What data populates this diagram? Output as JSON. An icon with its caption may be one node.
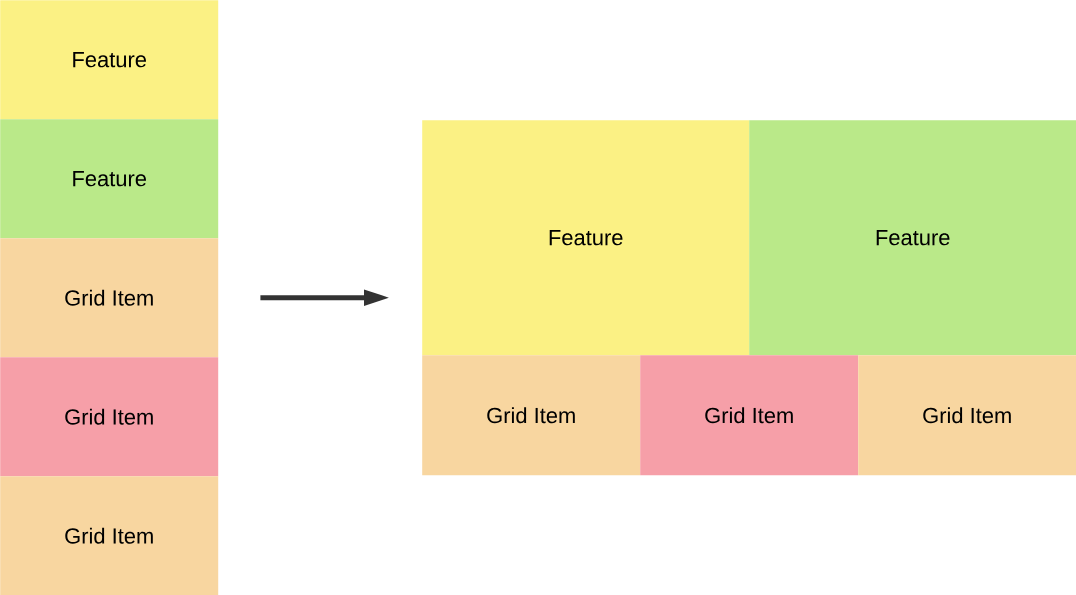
{
  "diagram": {
    "nodes": [
      {
        "text": [
          "Feature"
        ]
      },
      {
        "text": [
          "Feature"
        ]
      },
      {
        "text": [
          "Grid Item"
        ]
      },
      {
        "text": [
          "Grid Item"
        ]
      },
      {
        "text": [
          "Grid Item"
        ]
      },
      {
        "text": [
          "Feature"
        ]
      },
      {
        "text": [
          "Feature"
        ]
      },
      {
        "text": [
          "Grid Item"
        ]
      },
      {
        "text": [
          "Grid Item"
        ]
      },
      {
        "text": [
          "Grid Item"
        ]
      }
    ],
    "edges": [
      {
        "from": 2,
        "to": 5,
        "arrow": "to"
      }
    ]
  }
}
